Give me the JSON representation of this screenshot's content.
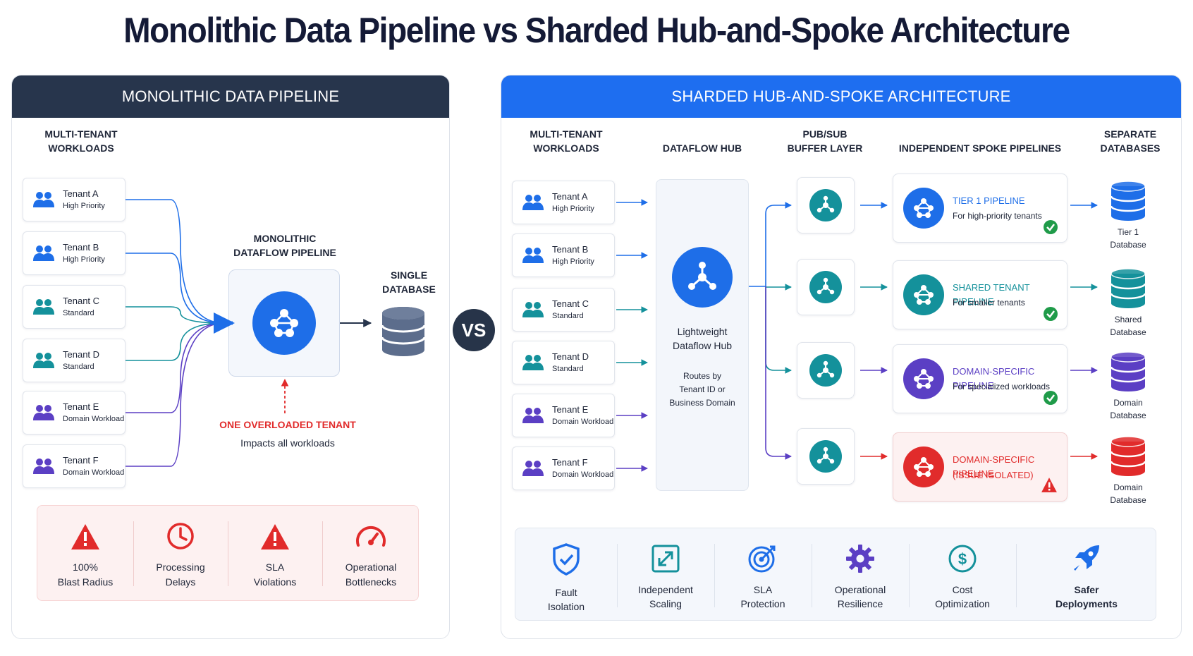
{
  "title": "Monolithic Data Pipeline vs Sharded Hub-and-Spoke Architecture",
  "vs_label": "VS",
  "left": {
    "header": "MONOLITHIC DATA PIPELINE",
    "workloads_label": [
      "MULTI-TENANT",
      "WORKLOADS"
    ],
    "tenants": [
      {
        "name": "Tenant A",
        "sub": "High Priority",
        "color": "#1e6ee8"
      },
      {
        "name": "Tenant B",
        "sub": "High Priority",
        "color": "#1e6ee8"
      },
      {
        "name": "Tenant C",
        "sub": "Standard",
        "color": "#14919b"
      },
      {
        "name": "Tenant D",
        "sub": "Standard",
        "color": "#14919b"
      },
      {
        "name": "Tenant E",
        "sub": "Domain Workload",
        "color": "#5b3fc4"
      },
      {
        "name": "Tenant F",
        "sub": "Domain Workload",
        "color": "#5b3fc4"
      }
    ],
    "pipeline_label": [
      "MONOLITHIC",
      "DATAFLOW PIPELINE"
    ],
    "database_label": [
      "SINGLE",
      "DATABASE"
    ],
    "warning_title": "ONE OVERLOADED TENANT",
    "warning_sub": "Impacts all workloads",
    "impacts": [
      {
        "icon": "warning-triangle-icon",
        "label": [
          "100%",
          "Blast Radius"
        ]
      },
      {
        "icon": "clock-icon",
        "label": [
          "Processing",
          "Delays"
        ]
      },
      {
        "icon": "warning-triangle-icon",
        "label": [
          "SLA",
          "Violations"
        ]
      },
      {
        "icon": "gauge-icon",
        "label": [
          "Operational",
          "Bottlenecks"
        ]
      }
    ]
  },
  "right": {
    "header": "SHARDED HUB-AND-SPOKE ARCHITECTURE",
    "col_workloads": [
      "MULTI-TENANT",
      "WORKLOADS"
    ],
    "col_hub": "DATAFLOW HUB",
    "col_buffer": [
      "PUB/SUB",
      "BUFFER LAYER"
    ],
    "col_spokes": "INDEPENDENT SPOKE PIPELINES",
    "col_databases": [
      "SEPARATE",
      "DATABASES"
    ],
    "tenants": [
      {
        "name": "Tenant A",
        "sub": "High Priority",
        "color": "#1e6ee8"
      },
      {
        "name": "Tenant B",
        "sub": "High Priority",
        "color": "#1e6ee8"
      },
      {
        "name": "Tenant C",
        "sub": "Standard",
        "color": "#14919b"
      },
      {
        "name": "Tenant D",
        "sub": "Standard",
        "color": "#14919b"
      },
      {
        "name": "Tenant E",
        "sub": "Domain Workload",
        "color": "#5b3fc4"
      },
      {
        "name": "Tenant F",
        "sub": "Domain Workload",
        "color": "#5b3fc4"
      }
    ],
    "hub_label": [
      "Lightweight",
      "Dataflow Hub"
    ],
    "hub_sub": [
      "Routes by",
      "Tenant ID or",
      "Business Domain"
    ],
    "spokes": [
      {
        "title": "TIER 1 PIPELINE",
        "sub": "For high-priority tenants",
        "color": "#1e6ee8",
        "status": "ok"
      },
      {
        "title": "SHARED TENANT PIPELINE",
        "sub": "For smaller tenants",
        "color": "#14919b",
        "status": "ok"
      },
      {
        "title": "DOMAIN-SPECIFIC PIPELINE",
        "sub": "For specialized workloads",
        "color": "#5b3fc4",
        "status": "ok"
      },
      {
        "title": "DOMAIN-SPECIFIC PIPELINE",
        "title2": "(ISSUE ISOLATED)",
        "color": "#e12b2b",
        "status": "issue"
      }
    ],
    "databases": [
      {
        "label": [
          "Tier 1",
          "Database"
        ],
        "color": "#1e6ee8"
      },
      {
        "label": [
          "Shared",
          "Database"
        ],
        "color": "#14919b"
      },
      {
        "label": [
          "Domain",
          "Database"
        ],
        "color": "#5b3fc4"
      },
      {
        "label": [
          "Domain",
          "Database"
        ],
        "color": "#e12b2b"
      }
    ],
    "benefits": [
      {
        "icon": "shield-check-icon",
        "label": [
          "Fault",
          "Isolation"
        ]
      },
      {
        "icon": "expand-icon",
        "label": [
          "Independent",
          "Scaling"
        ]
      },
      {
        "icon": "target-icon",
        "label": [
          "SLA",
          "Protection"
        ]
      },
      {
        "icon": "gear-icon",
        "label": [
          "Operational",
          "Resilience"
        ]
      },
      {
        "icon": "dollar-icon",
        "label": [
          "Cost",
          "Optimization"
        ]
      },
      {
        "icon": "rocket-icon",
        "label": [
          "Safer",
          "Deployments"
        ]
      }
    ]
  },
  "colors": {
    "blue": "#1e6ee8",
    "teal": "#14919b",
    "purple": "#5b3fc4",
    "red": "#e12b2b",
    "dark": "#27354c"
  }
}
